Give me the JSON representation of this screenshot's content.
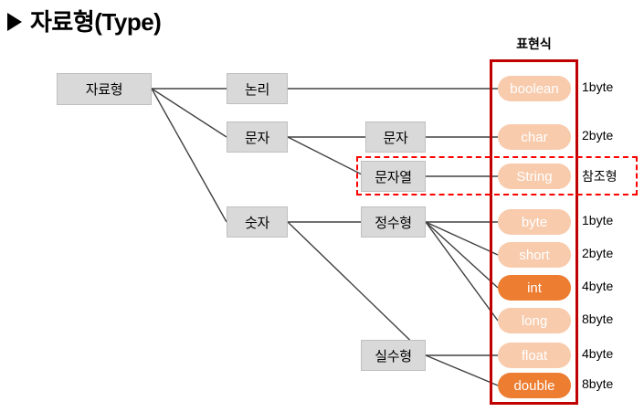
{
  "slide": {
    "title": "자료형(Type)",
    "bullet_icon": "black-right-triangle-icon"
  },
  "expression_group": {
    "label": "표현식",
    "border_color": "#C00000"
  },
  "highlight": {
    "name": "reference-type-highlight",
    "border_color": "#FF0000",
    "style": "dashed"
  },
  "tree": {
    "root": {
      "label": "자료형"
    },
    "level2": [
      {
        "label": "논리"
      },
      {
        "label": "문자"
      },
      {
        "label": "숫자"
      }
    ],
    "level3": [
      {
        "label": "문자"
      },
      {
        "label": "문자열"
      },
      {
        "label": "정수형"
      },
      {
        "label": "실수형"
      }
    ]
  },
  "types": [
    {
      "name": "boolean",
      "size": "1byte",
      "emphasis": "light"
    },
    {
      "name": "char",
      "size": "2byte",
      "emphasis": "light"
    },
    {
      "name": "String",
      "size": "참조형",
      "emphasis": "light"
    },
    {
      "name": "byte",
      "size": "1byte",
      "emphasis": "light"
    },
    {
      "name": "short",
      "size": "2byte",
      "emphasis": "light"
    },
    {
      "name": "int",
      "size": "4byte",
      "emphasis": "strong"
    },
    {
      "name": "long",
      "size": "8byte",
      "emphasis": "light"
    },
    {
      "name": "float",
      "size": "4byte",
      "emphasis": "light"
    },
    {
      "name": "double",
      "size": "8byte",
      "emphasis": "strong"
    }
  ],
  "colors": {
    "pill_light": "#F8CBAD",
    "pill_strong": "#ED7D31",
    "node_fill": "#D9D9D9",
    "expr_border": "#C00000",
    "highlight_border": "#FF0000",
    "wire": "#404040"
  }
}
